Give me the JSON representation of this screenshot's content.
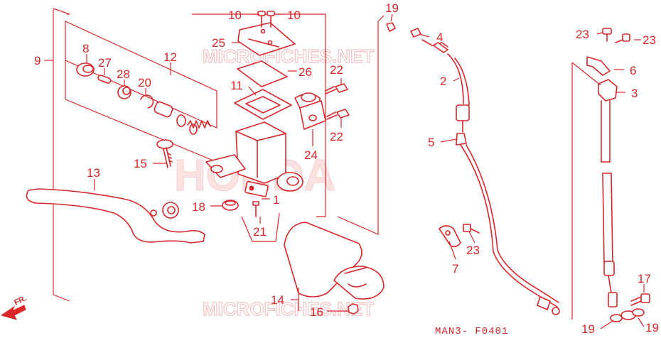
{
  "diagram": {
    "code": "MAN3- F0401",
    "direction_label": "FR.",
    "watermark_top": "MICROFICHES.NET",
    "watermark_bottom": "MICROFICHES.NET",
    "watermark_brand": "HONDA",
    "colors": {
      "line": "#d8262b",
      "watermark": "#f2c2c2"
    }
  },
  "labels": {
    "p1": "1",
    "p2": "2",
    "p3": "3",
    "p4": "4",
    "p5": "5",
    "p6": "6",
    "p7": "7",
    "p8": "8",
    "p9": "9",
    "p10a": "10",
    "p10b": "10",
    "p11": "11",
    "p12": "12",
    "p13": "13",
    "p14": "14",
    "p15": "15",
    "p16": "16",
    "p17": "17",
    "p18": "18",
    "p19a": "19",
    "p19b": "19",
    "p19c": "19",
    "p20": "20",
    "p21": "21",
    "p22a": "22",
    "p22b": "22",
    "p23a": "23",
    "p23b": "23",
    "p23c": "23",
    "p24": "24",
    "p25": "25",
    "p26": "26",
    "p27": "27",
    "p28": "28"
  }
}
